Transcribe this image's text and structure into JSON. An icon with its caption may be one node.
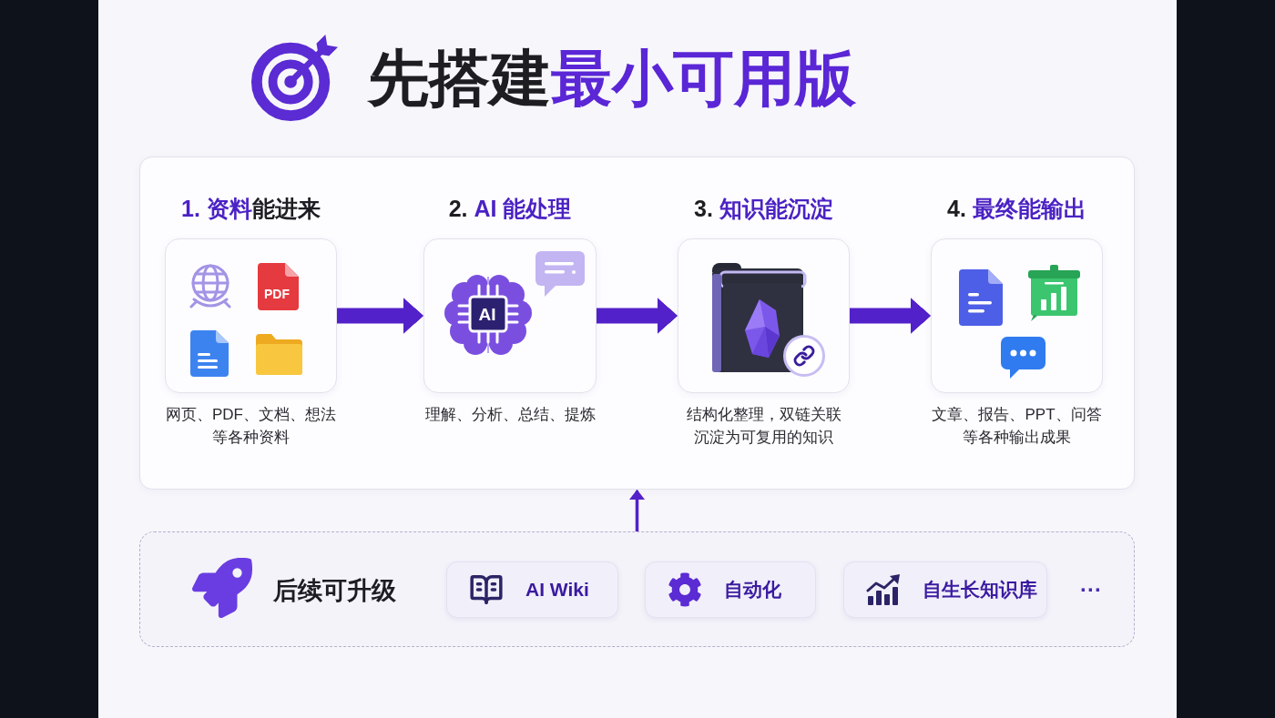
{
  "diagram": {
    "title": "先搭建**最小可用版**",
    "nodes": [
      {
        "text": [],
        "shape": "box"
      },
      {
        "text": [
          "**1. 资料**能进来"
        ],
        "beside": [
          "网页、PDF、文档、想法等各种资料"
        ],
        "in": 0
      },
      {
        "text": [
          "2. **AI 能处理**"
        ],
        "beside": [
          "理解、分析、总结、提炼"
        ],
        "in": 0
      },
      {
        "text": [
          "3. **知识能沉淀**"
        ],
        "beside": [
          "结构化整理，双链关联沉淀为可复用的知识"
        ],
        "in": 0
      },
      {
        "text": [
          "4. **最终能输出**"
        ],
        "beside": [
          "文章、报告、PPT、问答等各种输出成果"
        ],
        "in": 0
      },
      {
        "text": [
          "后续可升级"
        ]
      },
      {
        "text": [
          "AI Wiki"
        ],
        "in": 5
      },
      {
        "text": [
          "自动化"
        ],
        "in": 5
      },
      {
        "text": [
          "自生长知识库"
        ],
        "in": 5
      }
    ],
    "edges": [
      {
        "from": 1,
        "to": 2,
        "arrow": "to"
      },
      {
        "from": 2,
        "to": 3,
        "arrow": "to"
      },
      {
        "from": 3,
        "to": 4,
        "arrow": "to"
      },
      {
        "from": 5,
        "to": 0,
        "arrow": "to"
      }
    ],
    "labels": [
      "PDF",
      "AI",
      "···"
    ]
  }
}
